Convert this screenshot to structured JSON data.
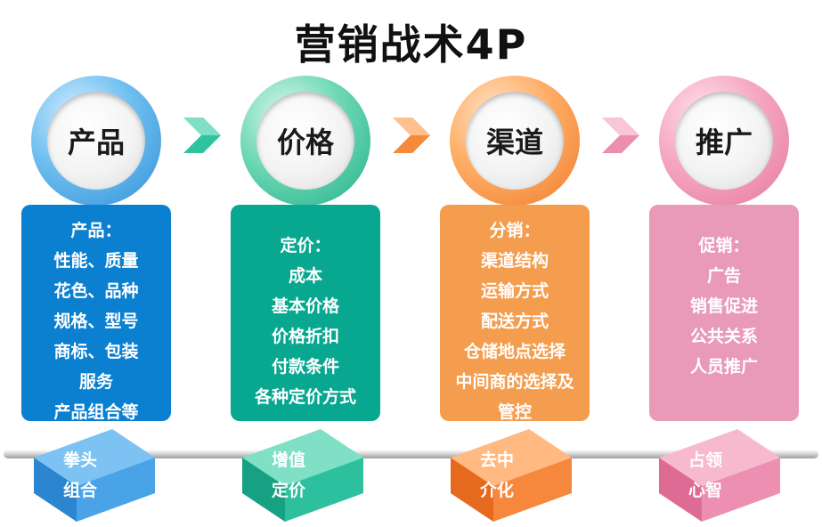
{
  "title": "营销战术4P",
  "pillars": [
    {
      "name": "产品",
      "heading": "产品：",
      "items": [
        "性能、质量",
        "花色、品种",
        "规格、型号",
        "商标、包装",
        "服务",
        "产品组合等"
      ],
      "cube": [
        "拳头",
        "组合"
      ],
      "color": "#0b7fd0"
    },
    {
      "name": "价格",
      "heading": "定价：",
      "items": [
        "成本",
        "基本价格",
        "价格折扣",
        "付款条件",
        "各种定价方式"
      ],
      "cube": [
        "增值",
        "定价"
      ],
      "color": "#07a790"
    },
    {
      "name": "渠道",
      "heading": "分销：",
      "items": [
        "渠道结构",
        "运输方式",
        "配送方式",
        "仓储地点选择",
        "中间商的选择及",
        "管控"
      ],
      "cube": [
        "去中",
        "介化"
      ],
      "color": "#f59d4e"
    },
    {
      "name": "推广",
      "heading": "促销：",
      "items": [
        "广告",
        "销售促进",
        "公共关系",
        "人员推广"
      ],
      "cube": [
        "占领",
        "心智"
      ],
      "color": "#e99ab8"
    }
  ]
}
